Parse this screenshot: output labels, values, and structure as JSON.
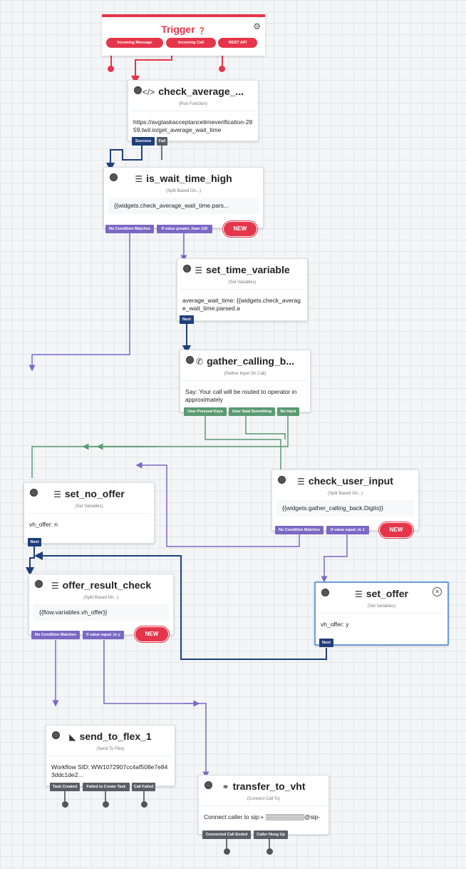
{
  "trigger": {
    "title": "Trigger",
    "help_icon": "help-circle-icon",
    "settings_icon": "gear-icon",
    "events": [
      "Incoming Message",
      "Incoming Call",
      "REST API"
    ]
  },
  "widgets": {
    "check_average": {
      "title": "check_average_...",
      "type": "(Run Function)",
      "body": "https://avgtaskacceptancetimeverification-2859.twil.io/get_average_wait_time",
      "icon": "code-icon",
      "transitions": [
        "Success",
        "Fail"
      ]
    },
    "is_wait_time_high": {
      "title": "is_wait_time_high",
      "type": "(Split Based On...)",
      "body": "{{widgets.check_average_wait_time.pars...",
      "icon": "split-icon",
      "transitions": [
        "No Condition Matches",
        "If value greater_than 120"
      ],
      "new_label": "NEW"
    },
    "set_time_variable": {
      "title": "set_time_variable",
      "type": "(Set Variables)",
      "body": "average_wait_time: {{widgets.check_average_wait_time.parsed.a",
      "icon": "variables-icon",
      "transitions": [
        "Next"
      ]
    },
    "gather_calling_back": {
      "title": "gather_calling_b...",
      "type": "(Gather Input On Call)",
      "body": "Say: Your call will be routed to operator in approximately",
      "icon": "phone-icon",
      "transitions": [
        "User Pressed Keys",
        "User Said Something",
        "No Input"
      ]
    },
    "set_no_offer": {
      "title": "set_no_offer",
      "type": "(Set Variables)",
      "body": "vh_offer: n",
      "icon": "variables-icon",
      "transitions": [
        "Next"
      ]
    },
    "check_user_input": {
      "title": "check_user_input",
      "type": "(Split Based On...)",
      "body": "{{widgets.gather_calling_back.Digits}}",
      "icon": "split-icon",
      "transitions": [
        "No Condition Matches",
        "If value equal_to 1"
      ],
      "new_label": "NEW"
    },
    "offer_result_check": {
      "title": "offer_result_check",
      "type": "(Split Based On...)",
      "body": "{{flow.variables.vh_offer}}",
      "icon": "split-icon",
      "transitions": [
        "No Condition Matches",
        "If value equal_to y"
      ],
      "new_label": "NEW"
    },
    "set_offer": {
      "title": "set_offer",
      "type": "(Set Variables)",
      "body": "vh_offer: y",
      "icon": "variables-icon",
      "close_icon": "close-circle-icon",
      "transitions": [
        "Next"
      ]
    },
    "send_to_flex": {
      "title": "send_to_flex_1",
      "type": "(Send To Flex)",
      "body": "Workflow SID: WW1072907cc4af508e7e843ddc1de2...",
      "icon": "flex-icon",
      "transitions": [
        "Task Created",
        "Failed to Create Task",
        "Call Failed"
      ]
    },
    "transfer_to_vht": {
      "title": "transfer_to_vht",
      "type": "(Connect Call To)",
      "body": "Connect caller to sip:+ ▒▒▒▒▒▒▒▒▒@sip-",
      "icon": "link-icon",
      "transitions": [
        "Connected Call Ended",
        "Caller Hung Up"
      ]
    }
  },
  "colors": {
    "red": "#e5354a",
    "navy": "#1f3f7a",
    "purple": "#7b68c4",
    "green": "#5a9a72",
    "gray": "#5b5e66",
    "selected": "#6a9fd4"
  }
}
